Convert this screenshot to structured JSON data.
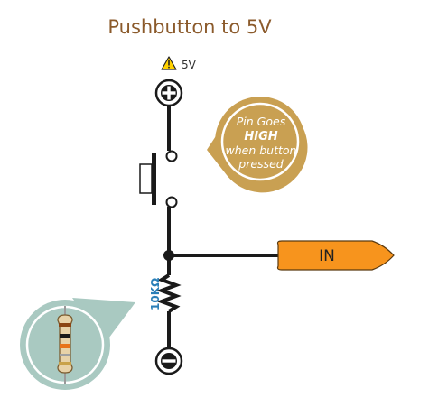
{
  "title": "Pushbutton to 5V",
  "supply": {
    "label": "5V",
    "icon": "warning-icon"
  },
  "callout": {
    "line1": "Pin Goes",
    "line2": "HIGH",
    "line3": "when button",
    "line4": "pressed"
  },
  "input_pin": {
    "label": "IN"
  },
  "resistor": {
    "label": "10KΩ",
    "icon": "resistor-icon"
  },
  "colors": {
    "title": "#8b5a2b",
    "wire": "#1a1a1a",
    "callout_gold": "#c9a052",
    "pin_orange": "#f7941d",
    "resistor_label_blue": "#2a7fb8",
    "teal_bubble": "#a9c9c1"
  }
}
